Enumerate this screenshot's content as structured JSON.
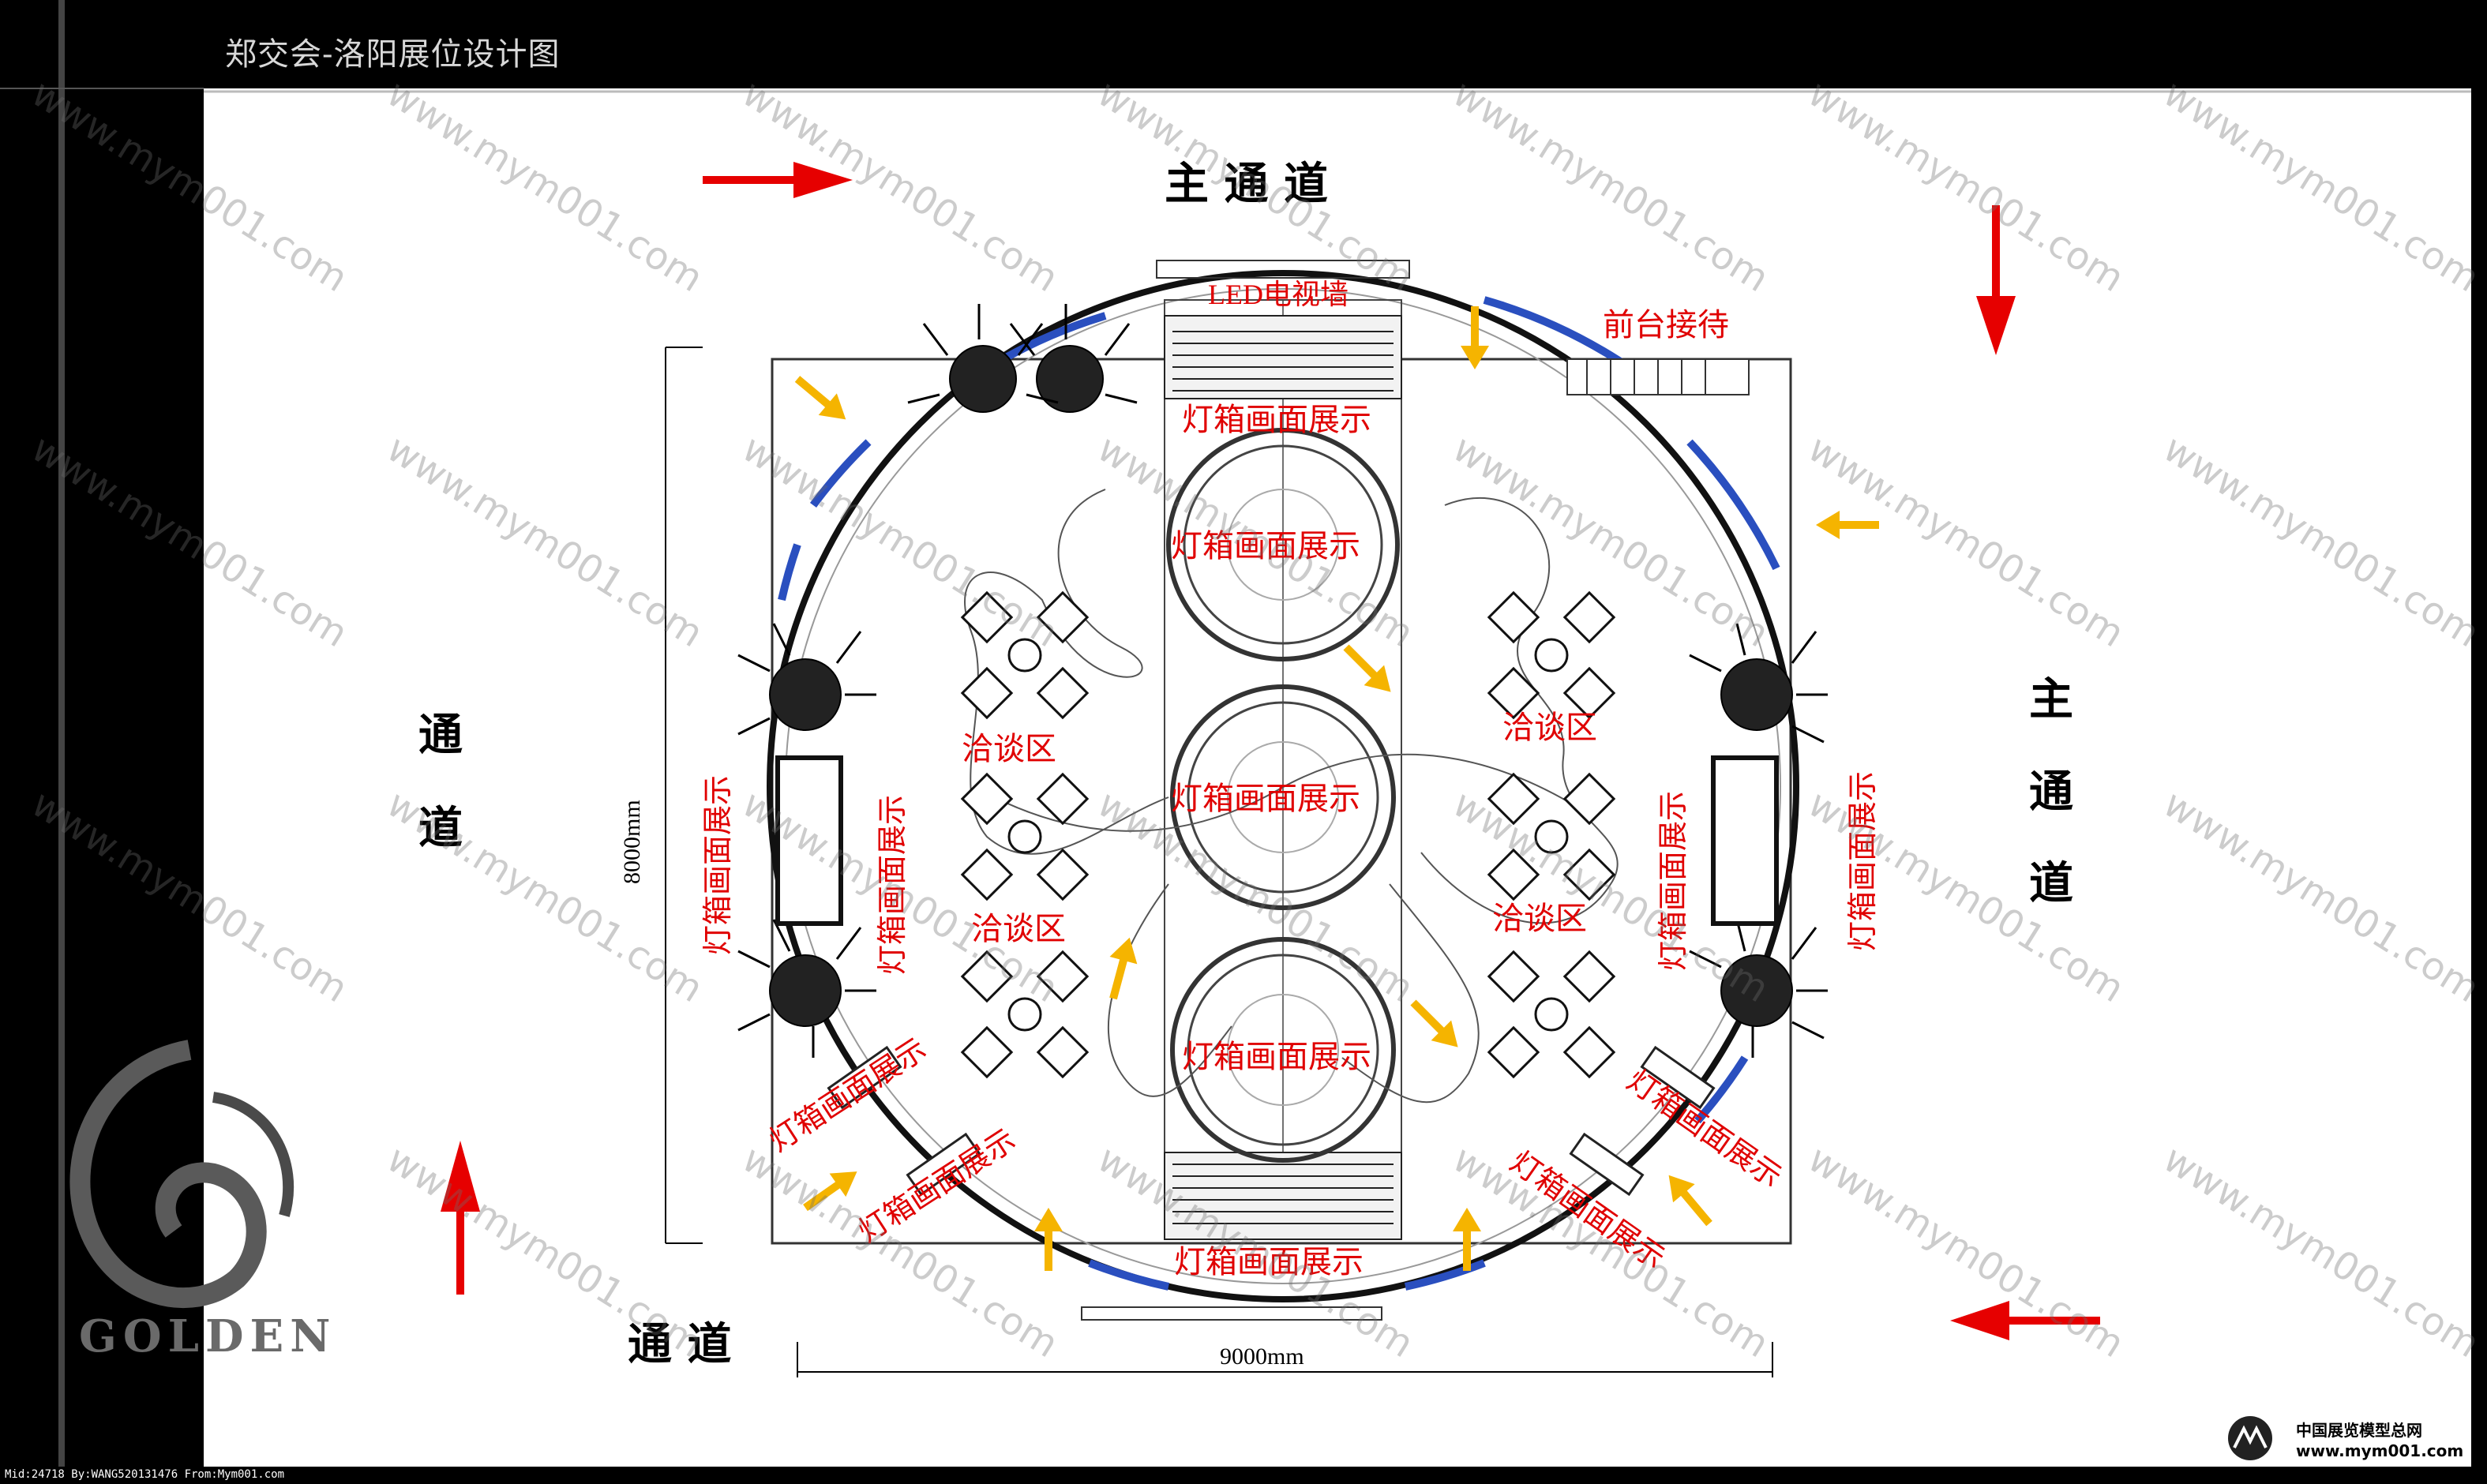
{
  "header": {
    "title": "郑交会-洛阳展位设计图"
  },
  "dimensions": {
    "height_label": "8000mm",
    "width_label": "9000mm"
  },
  "aisles": {
    "main_top": "主 通 道",
    "right_chars": [
      "主",
      "通",
      "道"
    ],
    "left_chars": [
      "通",
      "道"
    ],
    "bottom": "通 道"
  },
  "labels": {
    "led_wall": "LED电视墙",
    "reception": "前台接待",
    "lightbox_top": "灯箱画面展示",
    "lightbox_circle_1": "灯箱画面展示",
    "lightbox_circle_2": "灯箱画面展示",
    "lightbox_circle_3": "灯箱画面展示",
    "lightbox_bottom": "灯箱画面展示",
    "lightbox_left_outer": "灯箱画面展示",
    "lightbox_left_inner": "灯箱画面展示",
    "lightbox_right_inner": "灯箱画面展示",
    "lightbox_right_outer": "灯箱画面展示",
    "lightbox_bl_1": "灯箱画面展示",
    "lightbox_bl_2": "灯箱画面展示",
    "lightbox_br_1": "灯箱画面展示",
    "lightbox_br_2": "灯箱画面展示",
    "meeting_tl": "洽谈区",
    "meeting_bl": "洽谈区",
    "meeting_tr": "洽谈区",
    "meeting_br": "洽谈区"
  },
  "watermark": "www.mym001.com",
  "footer": {
    "meta": "Mid:24718 By:WANG520131476 From:Mym001.com",
    "site_name": "中国展览模型总网",
    "site_url": "www.mym001.com",
    "brand_left": "GOLDEN"
  },
  "colors": {
    "label_red": "#e00000",
    "arrow_red": "#e60000",
    "arrow_yellow": "#f5b400",
    "blue_wall": "#2a4fbf"
  }
}
